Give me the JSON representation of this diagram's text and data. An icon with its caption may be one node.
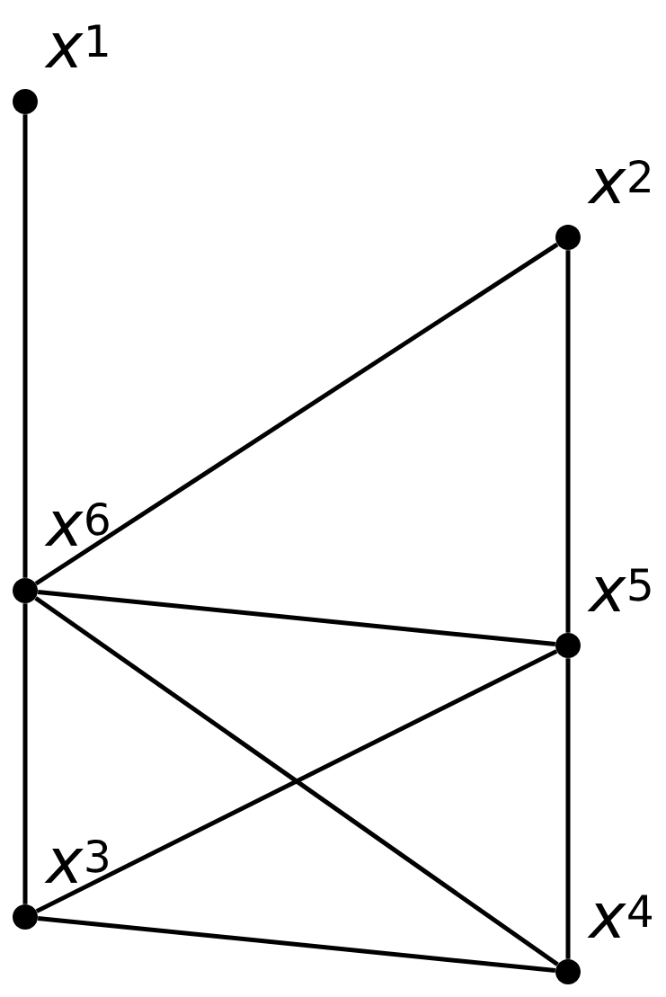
{
  "diagram": {
    "nodes": [
      {
        "text": [],
        "shape": "circle",
        "beside": [
          "*x*$^{1}$"
        ]
      },
      {
        "text": [],
        "shape": "circle",
        "beside": [
          "*x*$^{2}$"
        ]
      },
      {
        "text": [],
        "shape": "circle",
        "beside": [
          "*x*$^{6}$"
        ]
      },
      {
        "text": [],
        "shape": "circle",
        "beside": [
          "*x*$^{5}$"
        ]
      },
      {
        "text": [],
        "shape": "circle",
        "beside": [
          "*x*$^{3}$"
        ]
      },
      {
        "text": [],
        "shape": "circle",
        "beside": [
          "*x*$^{4}$"
        ]
      }
    ],
    "edges": [
      {
        "from": 0,
        "to": 2,
        "arrow": "none"
      },
      {
        "from": 2,
        "to": 1,
        "arrow": "none"
      },
      {
        "from": 1,
        "to": 3,
        "arrow": "none"
      },
      {
        "from": 2,
        "to": 3,
        "arrow": "none"
      },
      {
        "from": 2,
        "to": 5,
        "arrow": "none"
      },
      {
        "from": 2,
        "to": 4,
        "arrow": "none"
      },
      {
        "from": 3,
        "to": 4,
        "arrow": "none"
      },
      {
        "from": 3,
        "to": 5,
        "arrow": "none"
      },
      {
        "from": 4,
        "to": 5,
        "arrow": "none"
      }
    ]
  }
}
